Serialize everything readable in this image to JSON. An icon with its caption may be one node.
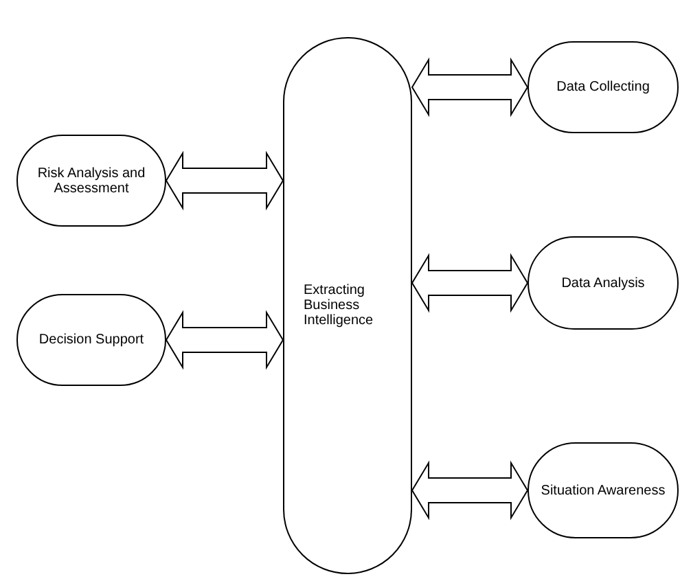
{
  "diagram": {
    "nodes": [
      {
        "text": [
          "Extracting Business Intelligence"
        ]
      },
      {
        "text": [
          "Data Collecting"
        ]
      },
      {
        "text": [
          "Risk Analysis and Assessment"
        ]
      },
      {
        "text": [
          "Data Analysis"
        ]
      },
      {
        "text": [
          "Decision Support"
        ]
      },
      {
        "text": [
          "Situation Awareness"
        ]
      }
    ],
    "edges": [
      {
        "from": 0,
        "to": 1,
        "arrow": "both"
      },
      {
        "from": 2,
        "to": 0,
        "arrow": "both"
      },
      {
        "from": 0,
        "to": 3,
        "arrow": "both"
      },
      {
        "from": 4,
        "to": 0,
        "arrow": "both"
      },
      {
        "from": 0,
        "to": 5,
        "arrow": "both"
      }
    ]
  }
}
